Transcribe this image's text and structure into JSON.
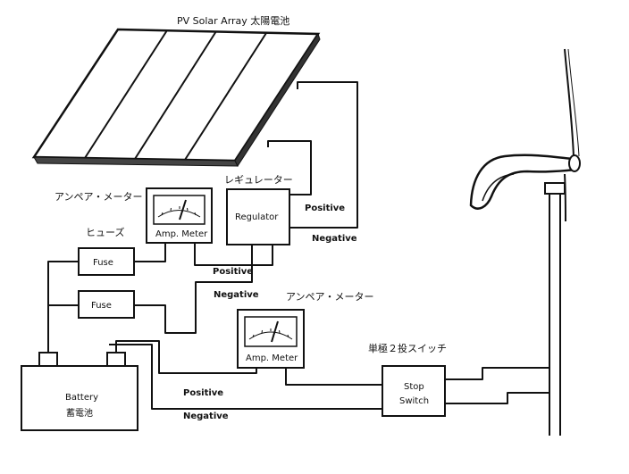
{
  "diagram": {
    "solar_panel": {
      "label": "PV Solar Array 太陽電池"
    },
    "regulator": {
      "title": "レギュレーター",
      "label": "Regulator"
    },
    "amp_meter_top": {
      "title": "アンペア・メーター",
      "label": "Amp. Meter"
    },
    "amp_meter_bottom": {
      "title": "アンペア・メーター",
      "label": "Amp. Meter"
    },
    "fuses": {
      "title": "ヒューズ",
      "fuse1": "Fuse",
      "fuse2": "Fuse"
    },
    "battery": {
      "label_en": "Battery",
      "label_jp": "蓄電池"
    },
    "stop_switch": {
      "title": "単極２投スイッチ",
      "line1": "Stop",
      "line2": "Switch"
    },
    "wires": {
      "positive": "Positive",
      "negative": "Negative"
    }
  }
}
